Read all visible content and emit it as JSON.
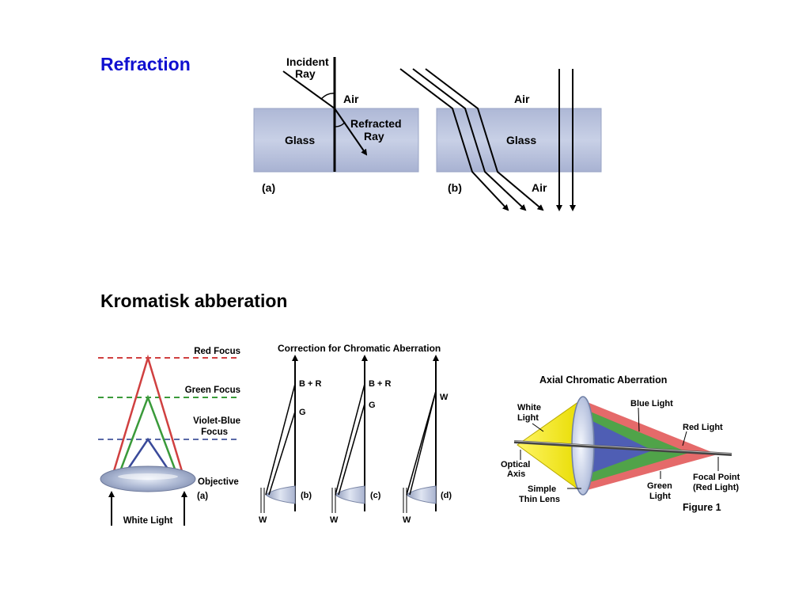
{
  "headings": {
    "refraction": "Refraction",
    "chromatic": "Kromatisk abberation"
  },
  "refraction_figure": {
    "incident_ray": [
      "Incident",
      "Ray"
    ],
    "air": "Air",
    "glass": "Glass",
    "refracted_ray": [
      "Refracted",
      "Ray"
    ],
    "label_a": "(a)",
    "label_b": "(b)"
  },
  "focus_figure": {
    "red_focus": "Red Focus",
    "green_focus": "Green Focus",
    "violet_blue_focus": [
      "Violet-Blue",
      "Focus"
    ],
    "objective": "Objective",
    "label_a": "(a)",
    "white_light": "White Light"
  },
  "correction_figure": {
    "title": "Correction for Chromatic Aberration",
    "b_plus_r": "B + R",
    "g": "G",
    "w": "W",
    "label_b": "(b)",
    "label_c": "(c)",
    "label_d": "(d)"
  },
  "axial_figure": {
    "title": "Axial Chromatic Aberration",
    "white_light": [
      "White",
      "Light"
    ],
    "blue_light": "Blue Light",
    "red_light": "Red Light",
    "optical_axis": [
      "Optical",
      "Axis"
    ],
    "simple_thin_lens": [
      "Simple",
      "Thin Lens"
    ],
    "green_light": [
      "Green",
      "Light"
    ],
    "focal_point": [
      "Focal Point",
      "(Red Light)"
    ],
    "figure_label": "Figure 1"
  },
  "colors": {
    "glass": "#b8c2dd",
    "red_ray": "#d04040",
    "green_ray": "#3a9a3a",
    "blue_ray": "#3a4a9a",
    "yellow_cone": "#f0e800",
    "refraction_heading": "#1010d0"
  }
}
